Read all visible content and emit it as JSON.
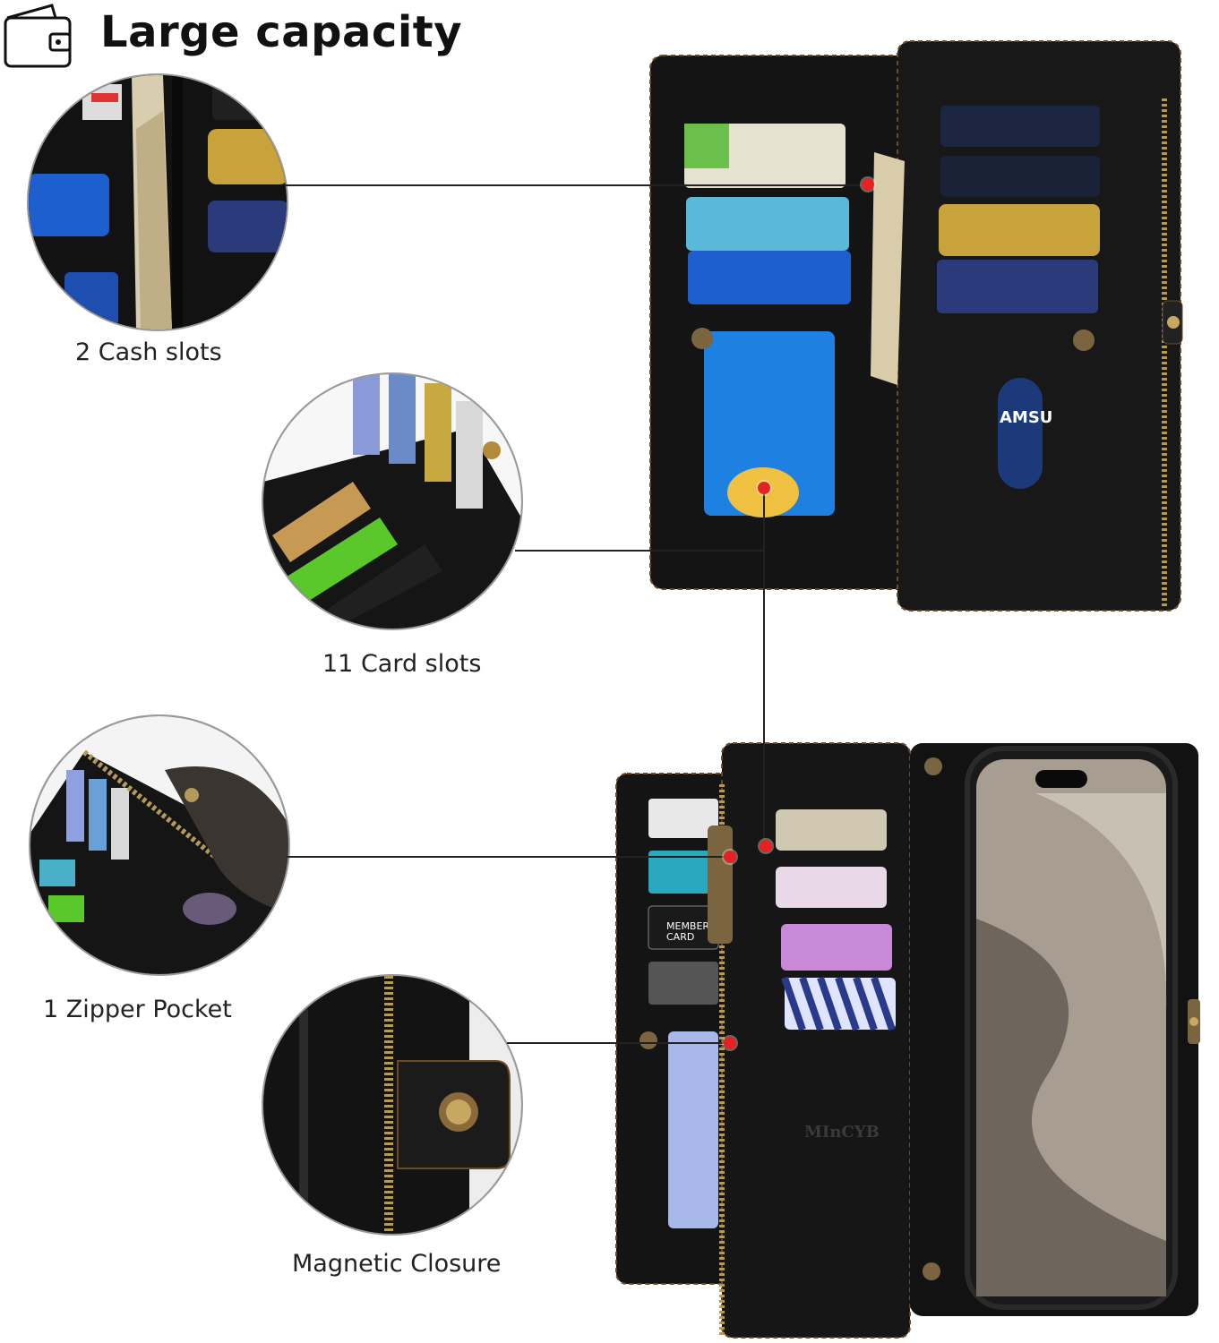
{
  "header": {
    "title": "Large capacity",
    "icon": "wallet-icon"
  },
  "features": [
    {
      "label": "2 Cash slots",
      "icon": "cash-slots-zoom"
    },
    {
      "label": "11 Card slots",
      "icon": "card-slots-zoom"
    },
    {
      "label": "1 Zipper Pocket",
      "icon": "zipper-pocket-zoom"
    },
    {
      "label": "Magnetic Closure",
      "icon": "magnetic-closure-zoom"
    }
  ],
  "product": {
    "brand_print": "MInCYB",
    "inner_card_text": "AMSU",
    "member_card_text_1": "MEMBER",
    "member_card_text_2": "CARD"
  },
  "colors": {
    "leather": "#151515",
    "stitch": "#6b4a2a",
    "accent_dot": "#e52222",
    "zipper": "#b49a5a",
    "phone_titanium": "#a79d90"
  }
}
